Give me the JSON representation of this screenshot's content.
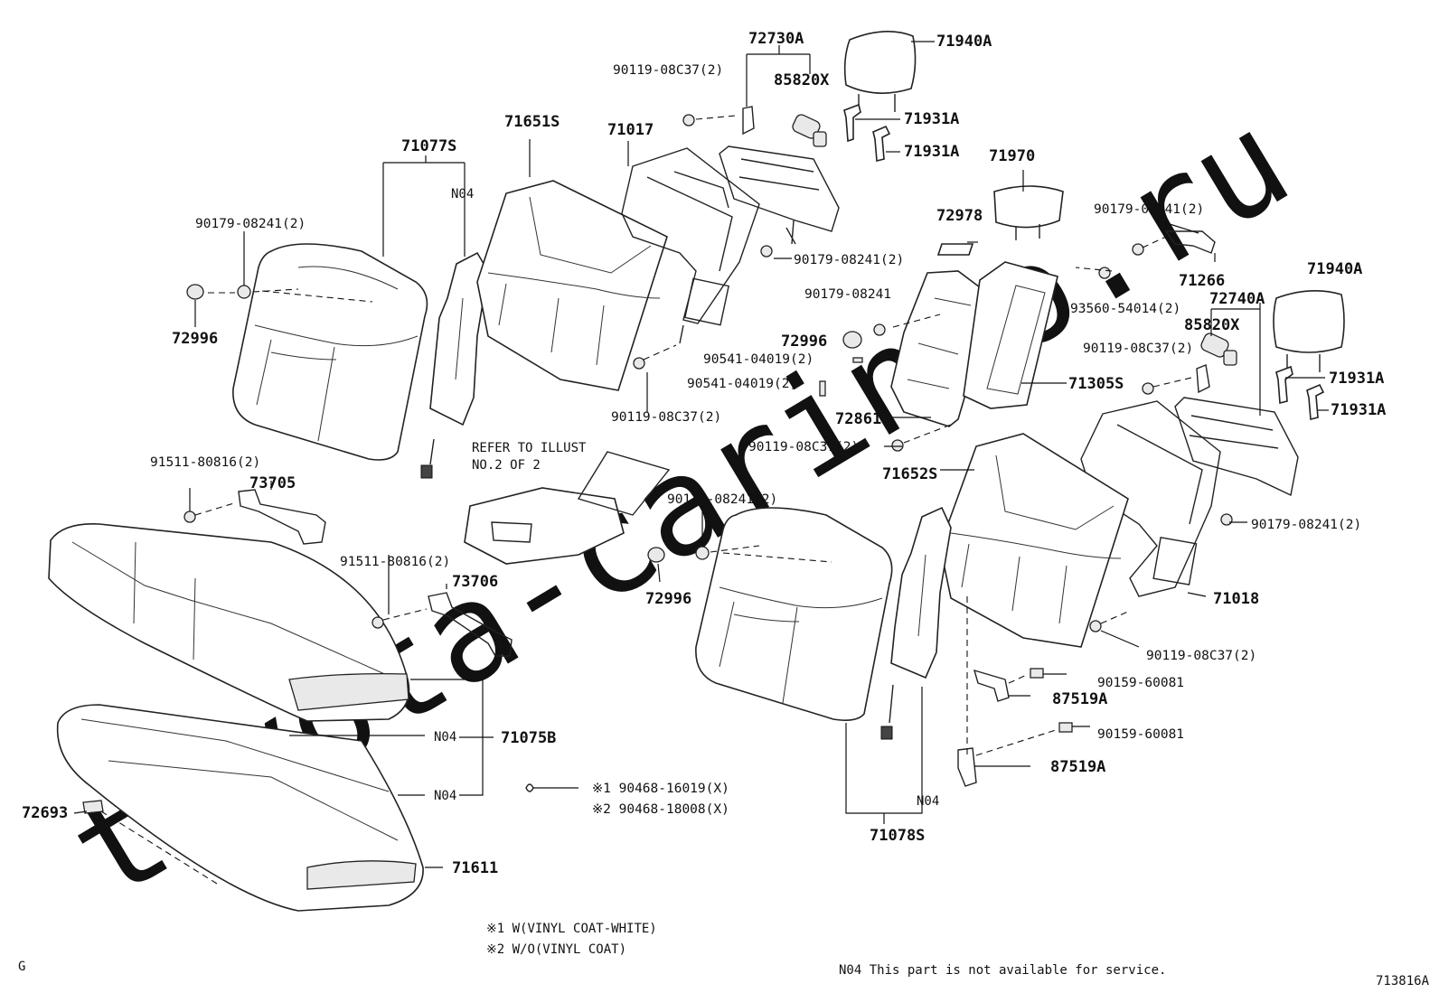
{
  "watermark": "toyota-carinfo.ru",
  "figure_id": "713816A",
  "corner_mark": "G",
  "refer_note": [
    "REFER TO ILLUST",
    "NO.2 OF 2"
  ],
  "variant_notes": {
    "callout1": "※1 90468-16019(X)",
    "callout2": "※2 90468-18008(X)",
    "legend1": "※1 W(VINYL COAT-WHITE)",
    "legend2": "※2 W/O(VINYL COAT)"
  },
  "n04_note": "N04  This part is not available for service.",
  "n04_marks": [
    "N04",
    "N04",
    "N04",
    "N04"
  ],
  "labels": {
    "p72730A": "72730A",
    "p71940A_a": "71940A",
    "p90119_a": "90119-08C37(2)",
    "p85820X_a": "85820X",
    "p71931A_a": "71931A",
    "p71931A_b": "71931A",
    "p71651S": "71651S",
    "p71017": "71017",
    "p71970": "71970",
    "p71077S": "71077S",
    "p72978": "72978",
    "p90179_a": "90179-08241(2)",
    "p90179_b": "90179-08241(2)",
    "p90179_c": "90179-08241(2)",
    "p71266": "71266",
    "p71940A_b": "71940A",
    "p90179_d": "90179-08241",
    "p93560": "93560-54014(2)",
    "p72740A": "72740A",
    "p72996_a": "72996",
    "p72996_b": "72996",
    "p85820X_b": "85820X",
    "p90541_a": "90541-04019(2)",
    "p90119_b": "90119-08C37(2)",
    "p71931A_c": "71931A",
    "p90541_b": "90541-04019(2)",
    "p71305S": "71305S",
    "p71931A_d": "71931A",
    "p72861": "72861",
    "p90119_c": "90119-08C37(2)",
    "p90119_d": "90119-08C37(2)",
    "p91511_a": "91511-80816(2)",
    "p73705": "73705",
    "p71652S": "71652S",
    "p90179_e": "90179-08241(2)",
    "p90179_f": "90179-08241(2)",
    "p91511_b": "91511-80816(2)",
    "p73706": "73706",
    "p72996_c": "72996",
    "p71018": "71018",
    "p90119_e": "90119-08C37(2)",
    "p90159_a": "90159-60081",
    "p87519A_a": "87519A",
    "p71075B": "71075B",
    "p90159_b": "90159-60081",
    "p87519A_b": "87519A",
    "p72693": "72693",
    "p71611": "71611",
    "p71078S": "71078S"
  }
}
